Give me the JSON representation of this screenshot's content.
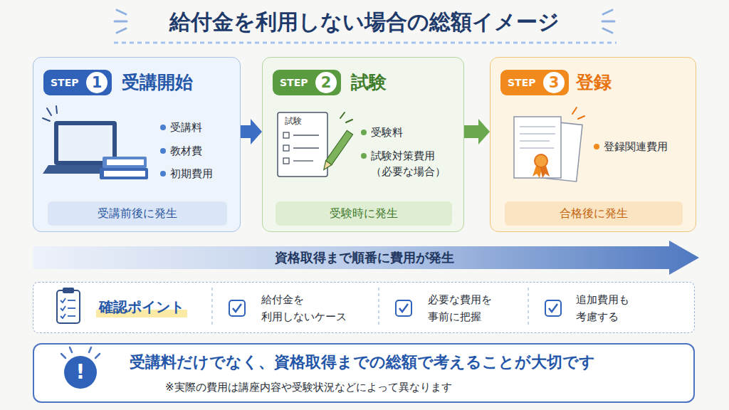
{
  "diagram": {
    "title": "給付金を利用しない場合の総額イメージ",
    "nodes": [
      {
        "text": [
          "受講開始",
          "受講料",
          "教材費",
          "初期費用"
        ]
      },
      {
        "text": [
          "STEP",
          "1"
        ],
        "in": 0
      },
      {
        "text": [
          "受講前後に発生"
        ],
        "in": 0
      },
      {
        "text": [
          "試験",
          "受験料",
          "試験対策費用 （必要な場合）"
        ]
      },
      {
        "text": [
          "STEP",
          "2"
        ],
        "in": 3
      },
      {
        "text": [
          "受験時に発生"
        ],
        "in": 3
      },
      {
        "text": [
          "登録",
          "登録関連費用"
        ]
      },
      {
        "text": [
          "STEP",
          "3"
        ],
        "in": 6
      },
      {
        "text": [
          "合格後に発生"
        ],
        "in": 6
      },
      {
        "text": [
          "資格取得まで順番に費用が発生"
        ]
      },
      {
        "text": [
          "確認ポイント",
          "給付金を 利用しないケース",
          "必要な費用を 事前に把握",
          "追加費用も 考慮する"
        ]
      },
      {
        "text": [
          "受講料だけでなく、資格取得までの総額で考えることが大切です",
          "※実際の費用は講座内容や受験状況などによって異なります"
        ]
      },
      {
        "text": [
          "!"
        ],
        "in": 11
      }
    ],
    "edges": [
      {
        "from": 0,
        "to": 3,
        "arrow": "to"
      },
      {
        "from": 3,
        "to": 6,
        "arrow": "to"
      }
    ],
    "labels": [
      "試験"
    ]
  }
}
